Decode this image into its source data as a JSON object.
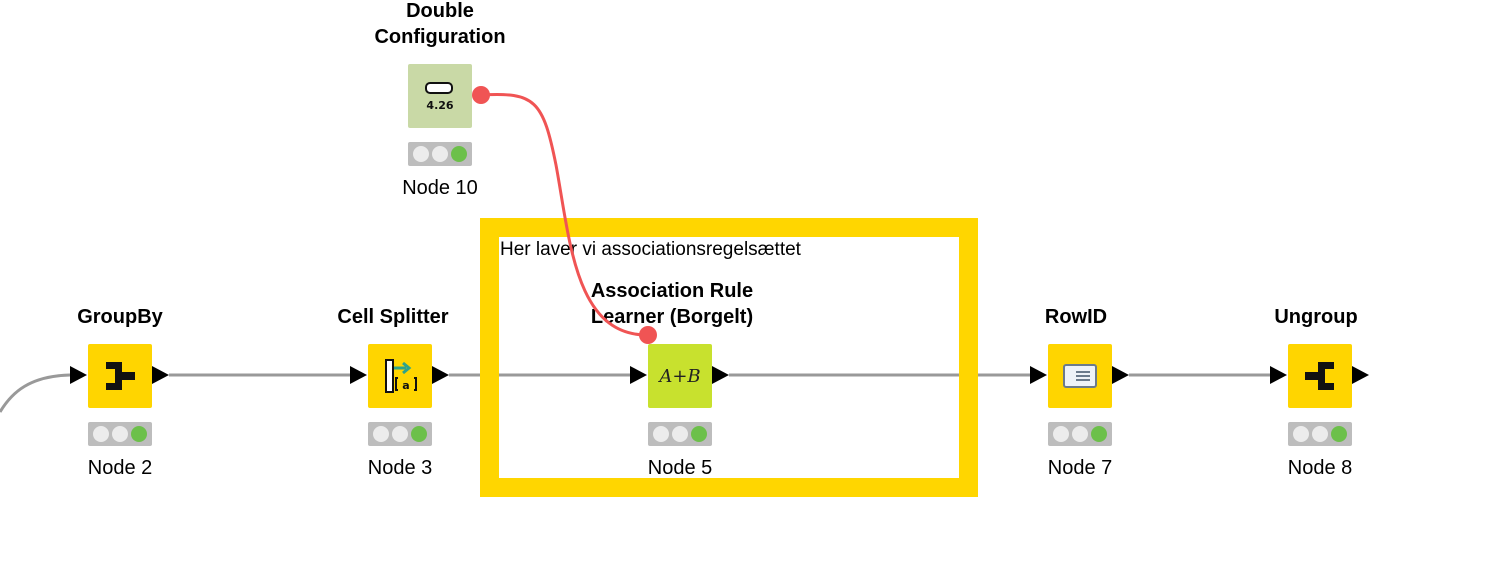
{
  "workflow": {
    "annotation": {
      "text": "Her laver vi associationsregelsættet",
      "border_color": "#FFD600"
    },
    "nodes": [
      {
        "id": "node2",
        "title": [
          "GroupBy"
        ],
        "label": "Node 2",
        "icon": "groupby-icon",
        "category_color": "#FFD500",
        "status": "executed"
      },
      {
        "id": "node3",
        "title": [
          "Cell Splitter"
        ],
        "label": "Node 3",
        "icon": "cell-splitter-icon",
        "category_color": "#FFD500",
        "status": "executed"
      },
      {
        "id": "node5",
        "title": [
          "Association Rule",
          "Learner (Borgelt)"
        ],
        "label": "Node 5",
        "icon": "association-rule-icon",
        "icon_text": "A+B",
        "category_color": "#C8E12E",
        "status": "executed"
      },
      {
        "id": "node7",
        "title": [
          "RowID"
        ],
        "label": "Node 7",
        "icon": "rowid-icon",
        "category_color": "#FFD500",
        "status": "executed"
      },
      {
        "id": "node8",
        "title": [
          "Ungroup"
        ],
        "label": "Node 8",
        "icon": "ungroup-icon",
        "category_color": "#FFD500",
        "status": "executed"
      },
      {
        "id": "node10",
        "title": [
          "Double",
          "Configuration"
        ],
        "label": "Node 10",
        "icon": "double-configuration-icon",
        "icon_text": "4.26",
        "category_color": "#C9D9A6",
        "status": "executed"
      }
    ],
    "connections": [
      {
        "from": "upstream",
        "to": "node2",
        "type": "data",
        "color": "#999999"
      },
      {
        "from": "node2",
        "to": "node3",
        "type": "data",
        "color": "#999999"
      },
      {
        "from": "node3",
        "to": "node5",
        "type": "data",
        "color": "#999999"
      },
      {
        "from": "node5",
        "to": "node7",
        "type": "data",
        "color": "#999999"
      },
      {
        "from": "node7",
        "to": "node8",
        "type": "data",
        "color": "#999999"
      },
      {
        "from": "node10",
        "to": "node5",
        "type": "flow-variable",
        "color": "#F05454"
      }
    ],
    "colors": {
      "status_ok": "#6CC04A",
      "flow_variable": "#F05454",
      "connection": "#999999"
    }
  }
}
